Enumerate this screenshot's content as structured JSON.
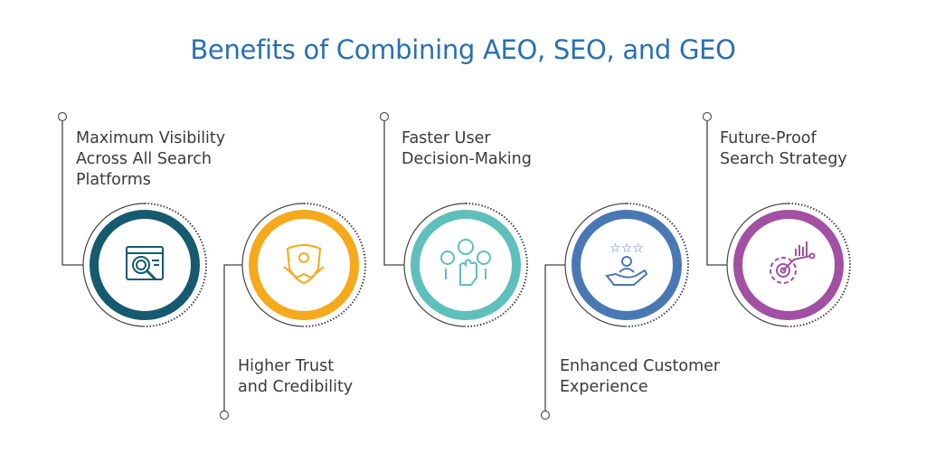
{
  "title": "Benefits of Combining AEO, SEO, and GEO",
  "items": [
    {
      "label": "Maximum Visibility\nAcross All Search\nPlatforms",
      "icon": "search-browser-icon",
      "color": "#155a6e"
    },
    {
      "label": "Higher Trust\nand Credibility",
      "icon": "shield-handshake-icon",
      "color": "#f6a91b"
    },
    {
      "label": "Faster User\nDecision-Making",
      "icon": "users-click-icon",
      "color": "#5fbfbb"
    },
    {
      "label": "Enhanced Customer\nExperience",
      "icon": "stars-user-hand-icon",
      "color": "#4a78b5"
    },
    {
      "label": "Future-Proof\nSearch Strategy",
      "icon": "gear-chart-icon",
      "color": "#a150a2"
    }
  ]
}
